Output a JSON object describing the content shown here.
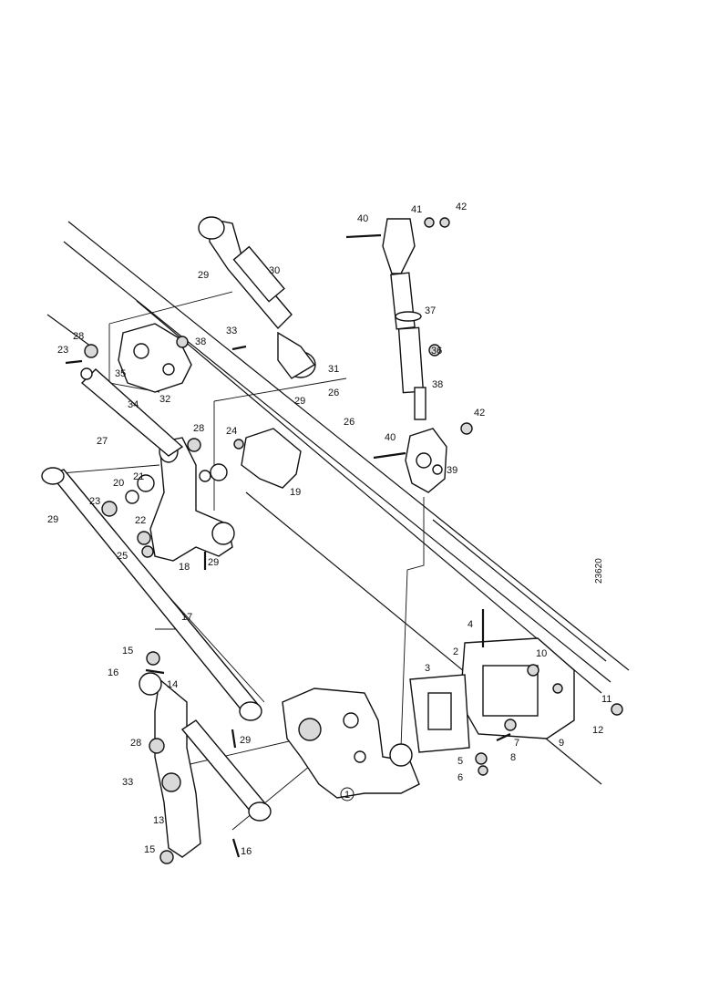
{
  "drawing_code": "23620",
  "callouts": {
    "c1": "1",
    "c2": "2",
    "c3": "3",
    "c4": "4",
    "c5": "5",
    "c6": "6",
    "c7": "7",
    "c8": "8",
    "c9": "9",
    "c10": "10",
    "c11": "11",
    "c12": "12",
    "c13": "13",
    "c14": "14",
    "c15": "15",
    "c16": "16",
    "c17": "17",
    "c18": "18",
    "c19": "19",
    "c20": "20",
    "c21": "21",
    "c22": "22",
    "c23": "23",
    "c24": "24",
    "c25": "25",
    "c26": "26",
    "c27": "27",
    "c28": "28",
    "c29": "29",
    "c30": "30",
    "c31": "31",
    "c32": "32",
    "c33": "33",
    "c34": "34",
    "c35": "35",
    "c36": "36",
    "c37": "37",
    "c38": "38",
    "c39": "39",
    "c40": "40",
    "c41": "41",
    "c42": "42"
  }
}
